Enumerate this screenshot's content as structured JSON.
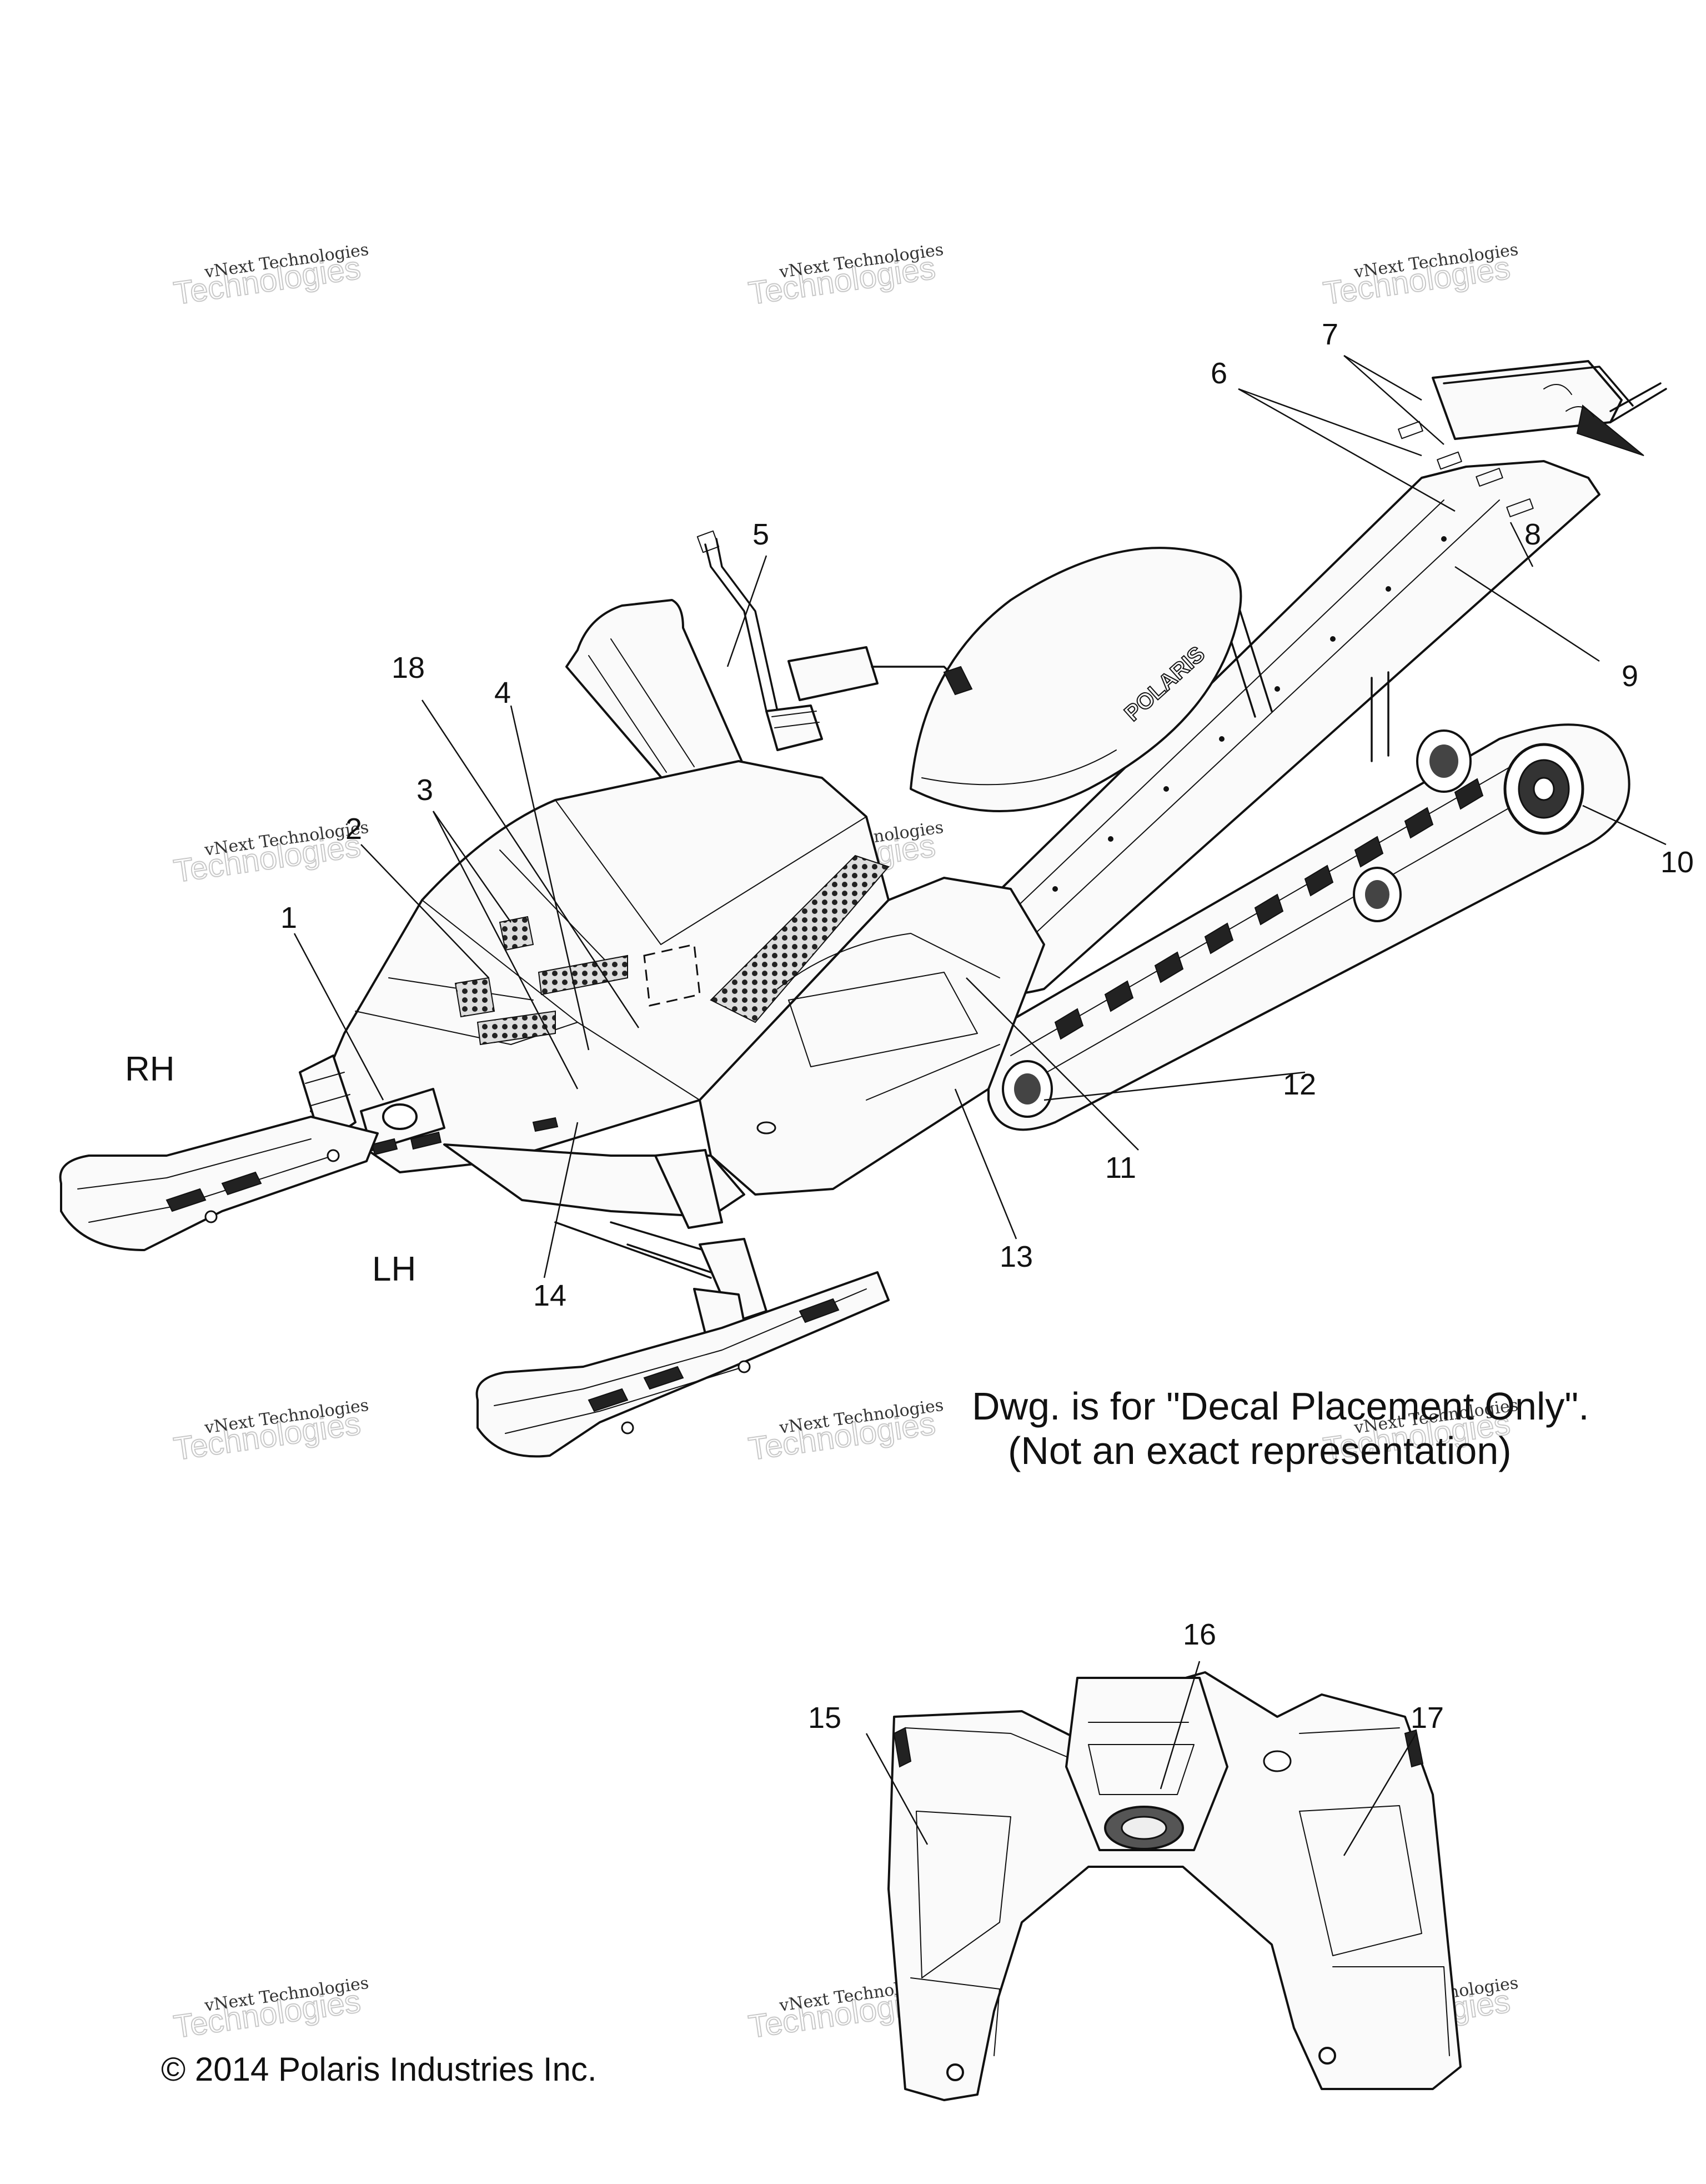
{
  "callouts": [
    "1",
    "2",
    "3",
    "4",
    "5",
    "6",
    "7",
    "8",
    "9",
    "10",
    "11",
    "12",
    "13",
    "14",
    "15",
    "16",
    "17",
    "18"
  ],
  "side_labels": {
    "rh": "RH",
    "lh": "LH"
  },
  "brand_on_seat": "POLARIS",
  "note": {
    "line1": "Dwg. is for \"Decal Placement Only\".",
    "line2": "(Not an exact representation)"
  },
  "copyright": "© 2014 Polaris Industries Inc.",
  "watermark": {
    "line1": "vNext Technologies",
    "line2": "Technologies"
  }
}
